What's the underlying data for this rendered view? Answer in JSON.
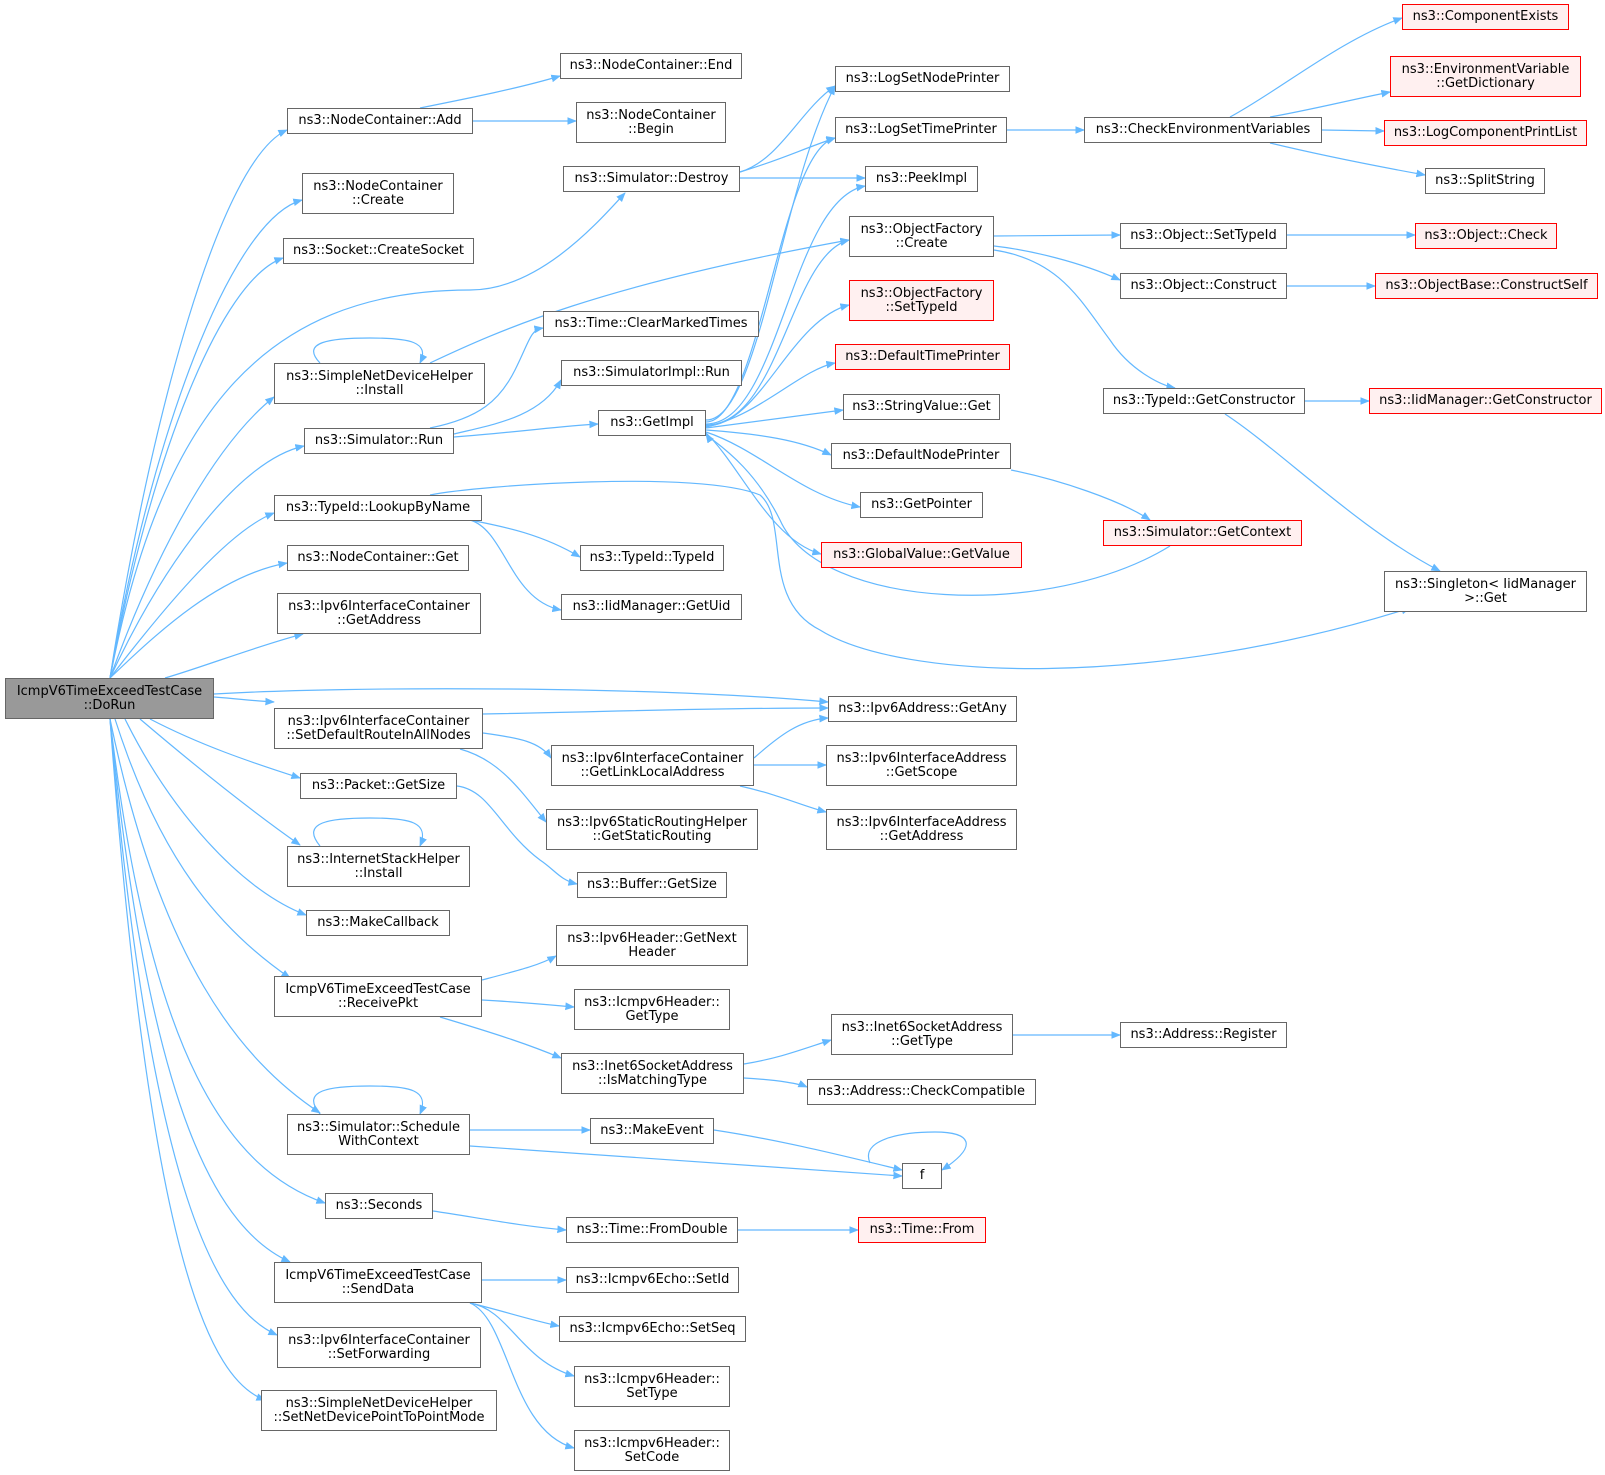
{
  "colors": {
    "edge": "#63b8ff",
    "node_border": "#666666",
    "truncated_border": "#ff0000",
    "truncated_fill": "#fff0f0",
    "root_fill": "#999999"
  },
  "nodes": {
    "root": [
      "IcmpV6TimeExceedTestCase",
      "::DoRun"
    ],
    "nc_add": [
      "ns3::NodeContainer::Add"
    ],
    "nc_end": [
      "ns3::NodeContainer::End"
    ],
    "nc_begin": [
      "ns3::NodeContainer",
      "::Begin"
    ],
    "nc_create": [
      "ns3::NodeContainer",
      "::Create"
    ],
    "sock_create": [
      "ns3::Socket::CreateSocket"
    ],
    "sim_destroy": [
      "ns3::Simulator::Destroy"
    ],
    "log_node_printer": [
      "ns3::LogSetNodePrinter"
    ],
    "log_time_printer": [
      "ns3::LogSetTimePrinter"
    ],
    "peek_impl": [
      "ns3::PeekImpl"
    ],
    "of_create": [
      "ns3::ObjectFactory",
      "::Create"
    ],
    "of_settypeid": [
      "ns3::ObjectFactory",
      "::SetTypeId"
    ],
    "default_time_printer": [
      "ns3::DefaultTimePrinter"
    ],
    "stringvalue_get": [
      "ns3::StringValue::Get"
    ],
    "default_node_printer": [
      "ns3::DefaultNodePrinter"
    ],
    "get_pointer": [
      "ns3::GetPointer"
    ],
    "globalvalue_getvalue": [
      "ns3::GlobalValue::GetValue"
    ],
    "check_env": [
      "ns3::CheckEnvironmentVariables"
    ],
    "component_exists": [
      "ns3::ComponentExists"
    ],
    "env_getdict": [
      "ns3::EnvironmentVariable",
      "::GetDictionary"
    ],
    "log_comp_print": [
      "ns3::LogComponentPrintList"
    ],
    "split_string": [
      "ns3::SplitString"
    ],
    "obj_settypeid": [
      "ns3::Object::SetTypeId"
    ],
    "obj_check": [
      "ns3::Object::Check"
    ],
    "obj_construct": [
      "ns3::Object::Construct"
    ],
    "objbase_constructself": [
      "ns3::ObjectBase::ConstructSelf"
    ],
    "typeid_getconstructor": [
      "ns3::TypeId::GetConstructor"
    ],
    "iidmanager_getconstructor": [
      "ns3::IidManager::GetConstructor"
    ],
    "sim_getcontext": [
      "ns3::Simulator::GetContext"
    ],
    "singleton_get": [
      "ns3::Singleton< IidManager",
      ">::Get"
    ],
    "time_clearmarked": [
      "ns3::Time::ClearMarkedTimes"
    ],
    "simimpl_run": [
      "ns3::SimulatorImpl::Run"
    ],
    "get_impl": [
      "ns3::GetImpl"
    ],
    "sndh_install": [
      "ns3::SimpleNetDeviceHelper",
      "::Install"
    ],
    "sim_run": [
      "ns3::Simulator::Run"
    ],
    "typeid_lookup": [
      "ns3::TypeId::LookupByName"
    ],
    "typeid_typeid": [
      "ns3::TypeId::TypeId"
    ],
    "iidmanager_getuid": [
      "ns3::IidManager::GetUid"
    ],
    "nc_get": [
      "ns3::NodeContainer::Get"
    ],
    "ipv6ic_getaddress": [
      "ns3::Ipv6InterfaceContainer",
      "::GetAddress"
    ],
    "ipv6addr_getany": [
      "ns3::Ipv6Address::GetAny"
    ],
    "ipv6ic_setdefault": [
      "ns3::Ipv6InterfaceContainer",
      "::SetDefaultRouteInAllNodes"
    ],
    "ipv6ic_getlinklocal": [
      "ns3::Ipv6InterfaceContainer",
      "::GetLinkLocalAddress"
    ],
    "ipv6ia_getscope": [
      "ns3::Ipv6InterfaceAddress",
      "::GetScope"
    ],
    "ipv6ia_getaddress": [
      "ns3::Ipv6InterfaceAddress",
      "::GetAddress"
    ],
    "ipv6srh_getstatic": [
      "ns3::Ipv6StaticRoutingHelper",
      "::GetStaticRouting"
    ],
    "packet_getsize": [
      "ns3::Packet::GetSize"
    ],
    "buffer_getsize": [
      "ns3::Buffer::GetSize"
    ],
    "ish_install": [
      "ns3::InternetStackHelper",
      "::Install"
    ],
    "make_callback": [
      "ns3::MakeCallback"
    ],
    "receive_pkt": [
      "IcmpV6TimeExceedTestCase",
      "::ReceivePkt"
    ],
    "ipv6hdr_getnext": [
      "ns3::Ipv6Header::GetNext",
      "Header"
    ],
    "icmpv6hdr_gettype": [
      "ns3::Icmpv6Header::",
      "GetType"
    ],
    "inet6_ismatching": [
      "ns3::Inet6SocketAddress",
      "::IsMatchingType"
    ],
    "inet6_gettype": [
      "ns3::Inet6SocketAddress",
      "::GetType"
    ],
    "address_register": [
      "ns3::Address::Register"
    ],
    "address_checkcompat": [
      "ns3::Address::CheckCompatible"
    ],
    "sim_schedulewc": [
      "ns3::Simulator::Schedule",
      "WithContext"
    ],
    "make_event": [
      "ns3::MakeEvent"
    ],
    "f": [
      "f"
    ],
    "seconds": [
      "ns3::Seconds"
    ],
    "time_fromdouble": [
      "ns3::Time::FromDouble"
    ],
    "time_from": [
      "ns3::Time::From"
    ],
    "send_data": [
      "IcmpV6TimeExceedTestCase",
      "::SendData"
    ],
    "icmpv6echo_setid": [
      "ns3::Icmpv6Echo::SetId"
    ],
    "icmpv6echo_setseq": [
      "ns3::Icmpv6Echo::SetSeq"
    ],
    "icmpv6hdr_settype": [
      "ns3::Icmpv6Header::",
      "SetType"
    ],
    "icmpv6hdr_setcode": [
      "ns3::Icmpv6Header::",
      "SetCode"
    ],
    "ipv6ic_setforwarding": [
      "ns3::Ipv6InterfaceContainer",
      "::SetForwarding"
    ],
    "sndh_setp2p": [
      "ns3::SimpleNetDeviceHelper",
      "::SetNetDevicePointToPointMode"
    ]
  },
  "truncated_nodes": [
    "component_exists",
    "env_getdict",
    "log_comp_print",
    "obj_check",
    "objbase_constructself",
    "of_settypeid",
    "default_time_printer",
    "iidmanager_getconstructor",
    "globalvalue_getvalue",
    "sim_getcontext",
    "time_from"
  ]
}
